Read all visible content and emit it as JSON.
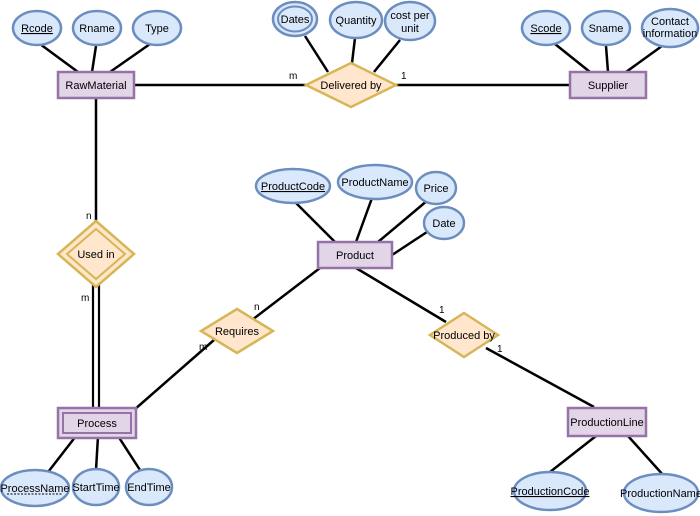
{
  "diagram": {
    "type": "er-diagram",
    "colors": {
      "entity_fill": "#e1d5e7",
      "entity_stroke": "#9673a6",
      "attribute_fill": "#dae8fc",
      "attribute_stroke": "#6c8ebf",
      "relationship_fill": "#ffe6cc",
      "relationship_stroke": "#d6b656",
      "line": "#000000"
    },
    "entities": {
      "rawmaterial": "RawMaterial",
      "supplier": "Supplier",
      "product": "Product",
      "process": "Process",
      "productionline": "ProductionLine"
    },
    "relationships": {
      "delivered_by": "Delivered by",
      "used_in": "Used in",
      "requires": "Requires",
      "produced_by": "Produced by"
    },
    "attributes": {
      "rcode": "Rcode",
      "rname": "Rname",
      "type": "Type",
      "dates": "Dates",
      "quantity": "Quantity",
      "cost_per_unit_l1": "cost per",
      "cost_per_unit_l2": "unit",
      "scode": "Scode",
      "sname": "Sname",
      "contact_l1": "Contact",
      "contact_l2": "information",
      "productcode": "ProductCode",
      "productname": "ProductName",
      "price": "Price",
      "date": "Date",
      "processname": "ProcessName",
      "starttime": "StartTime",
      "endtime": "EndTime",
      "productioncode": "ProductionCode",
      "productionname": "ProductionName"
    },
    "cardinalities": {
      "delivered_rawmaterial": "m",
      "delivered_supplier": "1",
      "usedin_rawmaterial": "n",
      "usedin_process": "m",
      "requires_product": "n",
      "requires_process": "m",
      "producedby_product": "1",
      "producedby_productionline": "1"
    }
  }
}
